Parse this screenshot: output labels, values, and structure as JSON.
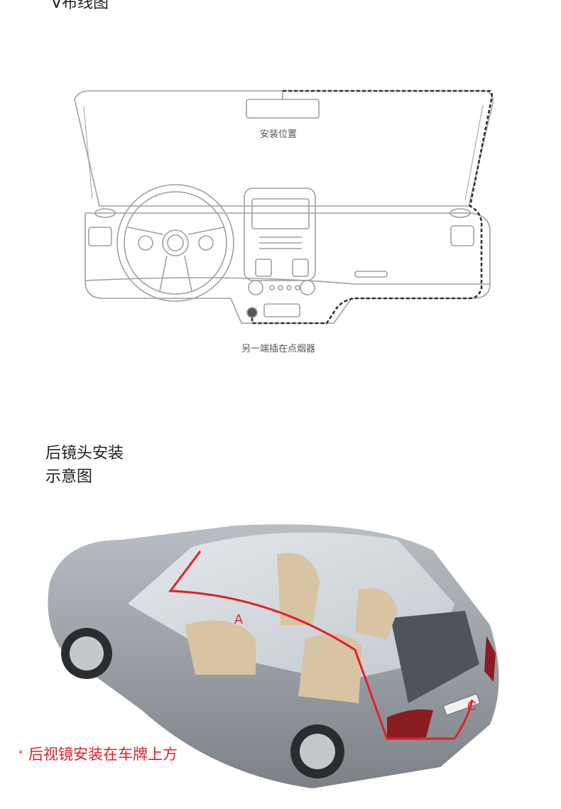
{
  "top": {
    "title": "V布线图"
  },
  "dash": {
    "install_label": "安装位置",
    "lighter_label": "另一端插在点烟器"
  },
  "rear": {
    "title_line1": "后镜头安装",
    "title_line2": "示意图",
    "point_a": "A",
    "point_c": "C",
    "note_star": "*",
    "note": "后视镜安装在车牌上方"
  },
  "colors": {
    "route_red": "#e0202a",
    "line_gray": "#9a9a9a",
    "car_body": "#9a9fa6"
  }
}
